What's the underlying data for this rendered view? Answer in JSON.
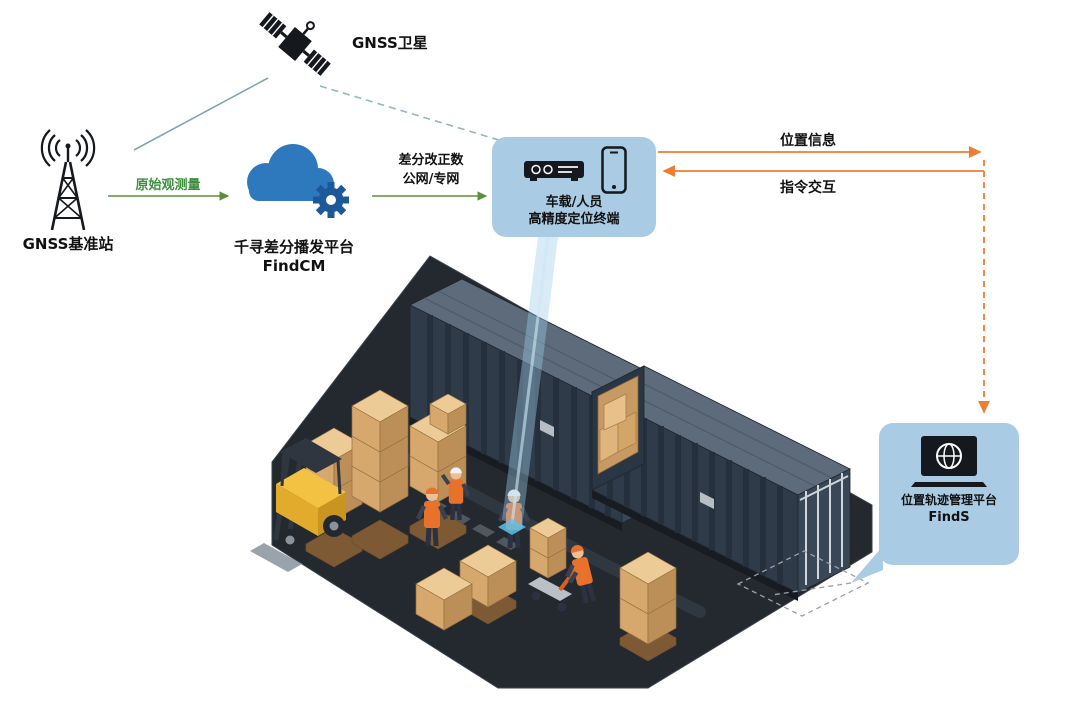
{
  "labels": {
    "satellite": "GNSS卫星",
    "base_station": "GNSS基准站",
    "cloud_title": "千寻差分播发平台",
    "cloud_subtitle": "FindCM",
    "raw_observation": "原始观测量",
    "correction1": "差分改正数",
    "correction2": "公网/专网",
    "terminal_line1": "车载/人员",
    "terminal_line2": "高精度定位终端",
    "position_info": "位置信息",
    "command_interaction": "指令交互",
    "platform_title": "位置轨迹管理平台",
    "platform_subtitle": "FindS"
  },
  "colors": {
    "panel_blue": "#a9cbe4",
    "cloud_blue": "#2e79bd",
    "gear_blue": "#1d5899",
    "arrow_green": "#5b8f3c",
    "label_green": "#3d8f3d",
    "arrow_orange": "#ed7d31",
    "satellite_link_teal": "#7ba7b0",
    "floor_dark": "#23292f",
    "container_navy": "#2f3b49",
    "box_tan": "#d6a86e",
    "forklift_yellow": "#f4c242",
    "beam_blue": "#9ecde9"
  }
}
